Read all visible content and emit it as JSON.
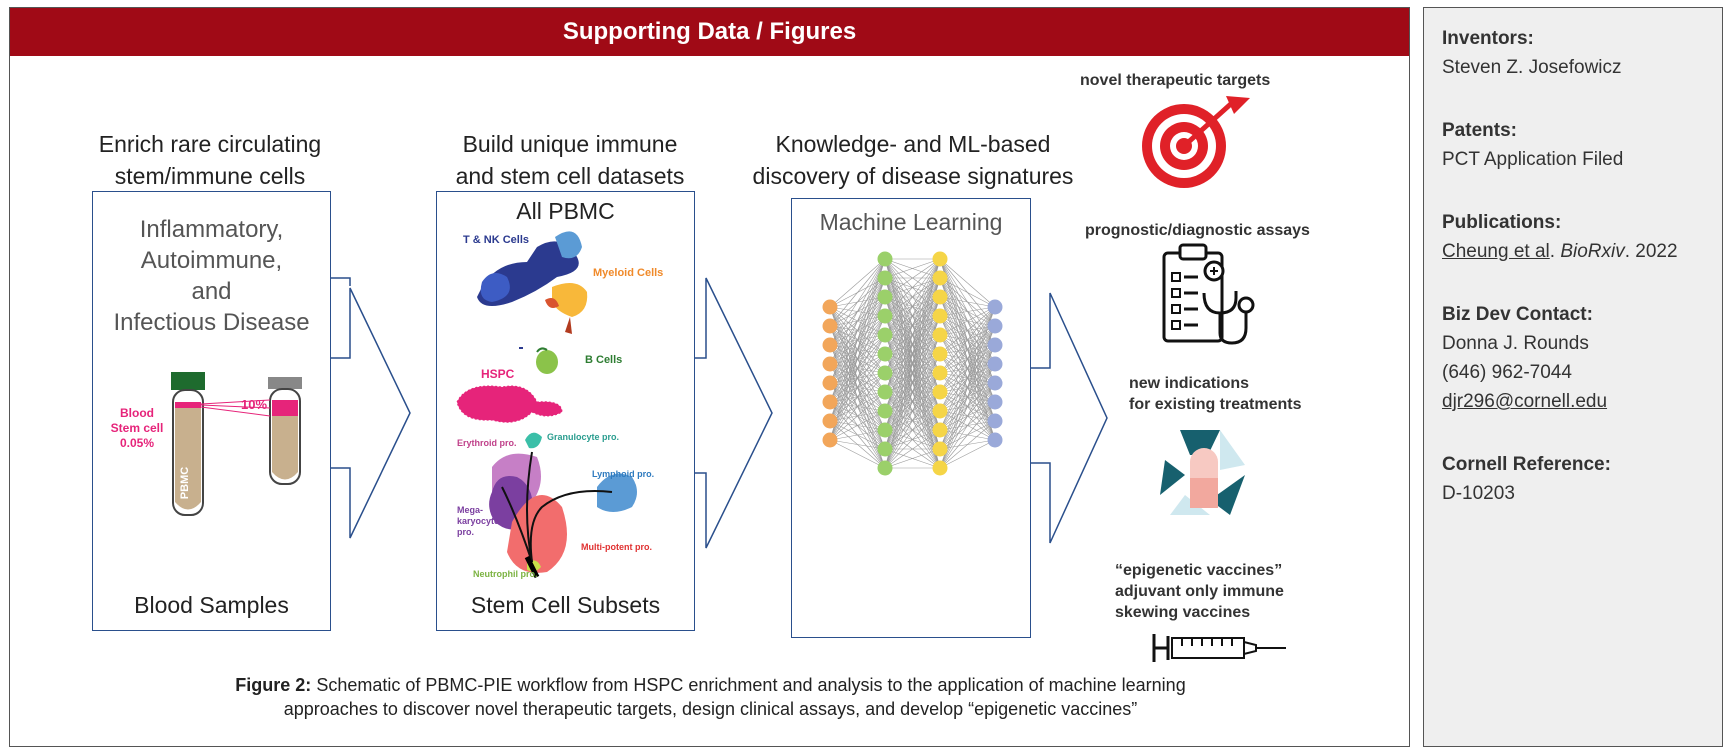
{
  "header": {
    "title": "Supporting Data / Figures"
  },
  "columns": {
    "enrich": {
      "title_line1": "Enrich rare circulating",
      "title_line2": "stem/immune cells",
      "box_line1": "Inflammatory,",
      "box_line2": "Autoimmune,",
      "box_line3": "and",
      "box_line4": "Infectious Disease",
      "tube_label_line1": "Blood",
      "tube_label_line2": "Stem cell",
      "tube_label_line3": "0.05%",
      "tube_text": "PBMC",
      "tube_percent": "10%",
      "bottom": "Blood Samples"
    },
    "build": {
      "title_line1": "Build unique immune",
      "title_line2": "and stem cell datasets",
      "top": "All PBMC",
      "tnk": "T & NK Cells",
      "myeloid": "Myeloid Cells",
      "bcells": "B Cells",
      "hspc": "HSPC",
      "erythroid": "Erythroid pro.",
      "granulocyte": "Granulocyte pro.",
      "lymphoid": "Lymphoid pro.",
      "mega_line1": "Mega-",
      "mega_line2": "karyocyte",
      "mega_line3": "pro.",
      "multipotent": "Multi-potent pro.",
      "neutrophil": "Neutrophil pro.",
      "bottom": "Stem Cell Subsets"
    },
    "discover": {
      "title_line1": "Knowledge- and ML-based",
      "title_line2": "discovery of disease signatures",
      "box_title": "Machine Learning"
    }
  },
  "outcomes": {
    "targets": "novel therapeutic targets",
    "assays": "prognostic/diagnostic assays",
    "indications_line1": "new indications",
    "indications_line2": "for existing treatments",
    "vaccines_line1": "“epigenetic vaccines”",
    "vaccines_line2": "adjuvant only immune",
    "vaccines_line3": "skewing vaccines"
  },
  "caption": {
    "label": "Figure 2:",
    "line1": " Schematic of PBMC-PIE workflow from HSPC enrichment and analysis to the application of machine learning",
    "line2": "approaches to discover novel therapeutic targets, design clinical assays, and develop “epigenetic vaccines”"
  },
  "sidebar": {
    "inventors_label": "Inventors:",
    "inventors_value": "Steven Z. Josefowicz",
    "patents_label": "Patents:",
    "patents_value": "PCT Application Filed",
    "publications_label": "Publications:",
    "publication_link": "Cheung et al",
    "publication_sep": ". ",
    "publication_journal": "BioRxiv",
    "publication_year": ". 2022",
    "bizdev_label": "Biz Dev Contact:",
    "bizdev_name": "Donna J. Rounds",
    "bizdev_phone": "(646) 962-7044",
    "bizdev_email": "djr296@cornell.edu",
    "reference_label": "Cornell Reference:",
    "reference_value": "D-10203"
  },
  "colors": {
    "header": "#a00a16",
    "box_border": "#2a4f8c",
    "input_layer": "#f2a65a",
    "hidden_layer_1": "#9bd06a",
    "hidden_layer_2": "#f5d547",
    "output_layer": "#9aa9d9",
    "target_red": "#e02128",
    "recycle_teal": "#17606e",
    "pink": "#e6247a"
  }
}
